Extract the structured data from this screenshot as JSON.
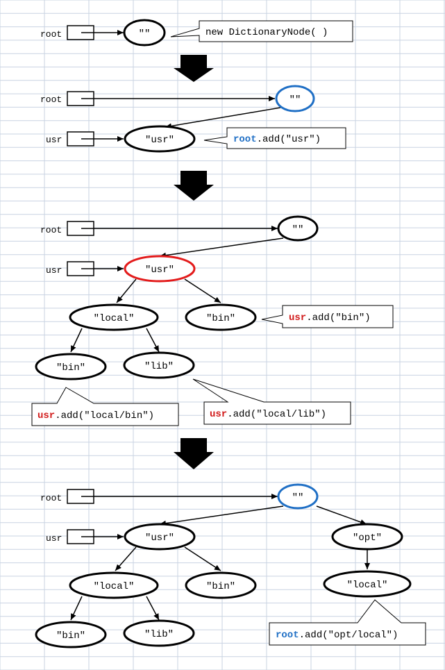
{
  "colors": {
    "grid": "#c9d3e2",
    "stroke": "#000000",
    "highlight_blue": "#1f6fc5",
    "highlight_red": "#e31b1b",
    "code_blue": "#1f6fc5",
    "code_red": "#d11a1a"
  },
  "steps": [
    {
      "vars": [
        {
          "name": "root"
        }
      ],
      "nodes": [
        {
          "id": "root",
          "label": "\"\"",
          "highlight": "none"
        }
      ],
      "callouts": [
        {
          "parts": [
            {
              "text": "new DictionaryNode( )",
              "color": "black"
            }
          ]
        }
      ]
    },
    {
      "vars": [
        {
          "name": "root"
        },
        {
          "name": "usr"
        }
      ],
      "nodes": [
        {
          "id": "root",
          "label": "\"\"",
          "highlight": "blue"
        },
        {
          "id": "usr",
          "label": "\"usr\"",
          "highlight": "none"
        }
      ],
      "callouts": [
        {
          "parts": [
            {
              "text": "root",
              "color": "blue"
            },
            {
              "text": ".add(\"usr\")",
              "color": "black"
            }
          ]
        }
      ]
    },
    {
      "vars": [
        {
          "name": "root"
        },
        {
          "name": "usr"
        }
      ],
      "nodes": [
        {
          "id": "root",
          "label": "\"\"",
          "highlight": "none"
        },
        {
          "id": "usr",
          "label": "\"usr\"",
          "highlight": "red"
        },
        {
          "id": "local",
          "label": "\"local\"",
          "highlight": "none"
        },
        {
          "id": "bin1",
          "label": "\"bin\"",
          "highlight": "none"
        },
        {
          "id": "bin2",
          "label": "\"bin\"",
          "highlight": "none"
        },
        {
          "id": "lib",
          "label": "\"lib\"",
          "highlight": "none"
        }
      ],
      "callouts": [
        {
          "parts": [
            {
              "text": "usr",
              "color": "red"
            },
            {
              "text": ".add(\"bin\")",
              "color": "black"
            }
          ]
        },
        {
          "parts": [
            {
              "text": "usr",
              "color": "red"
            },
            {
              "text": ".add(\"local/bin\")",
              "color": "black"
            }
          ]
        },
        {
          "parts": [
            {
              "text": "usr",
              "color": "red"
            },
            {
              "text": ".add(\"local/lib\")",
              "color": "black"
            }
          ]
        }
      ]
    },
    {
      "vars": [
        {
          "name": "root"
        },
        {
          "name": "usr"
        }
      ],
      "nodes": [
        {
          "id": "root",
          "label": "\"\"",
          "highlight": "blue"
        },
        {
          "id": "usr",
          "label": "\"usr\"",
          "highlight": "none"
        },
        {
          "id": "opt",
          "label": "\"opt\"",
          "highlight": "none"
        },
        {
          "id": "local",
          "label": "\"local\"",
          "highlight": "none"
        },
        {
          "id": "bin1",
          "label": "\"bin\"",
          "highlight": "none"
        },
        {
          "id": "local2",
          "label": "\"local\"",
          "highlight": "none"
        },
        {
          "id": "bin2",
          "label": "\"bin\"",
          "highlight": "none"
        },
        {
          "id": "lib",
          "label": "\"lib\"",
          "highlight": "none"
        }
      ],
      "callouts": [
        {
          "parts": [
            {
              "text": "root",
              "color": "blue"
            },
            {
              "text": ".add(\"opt/local\")",
              "color": "black"
            }
          ]
        }
      ]
    }
  ]
}
